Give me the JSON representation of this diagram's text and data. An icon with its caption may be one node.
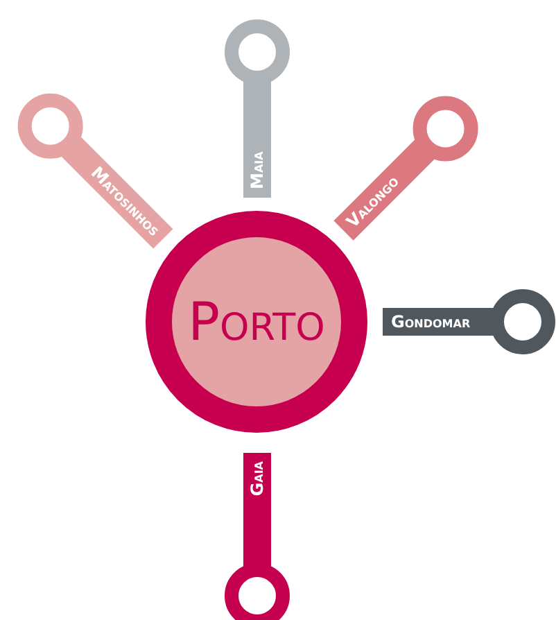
{
  "diagram": {
    "nodes": [
      {
        "text": [
          "Porto"
        ]
      },
      {
        "text": [
          "Matosinhos"
        ]
      },
      {
        "text": [
          "Maia"
        ]
      },
      {
        "text": [
          "Valongo"
        ]
      },
      {
        "text": [
          "Gondomar"
        ]
      },
      {
        "text": [
          "Gaia"
        ]
      }
    ]
  }
}
